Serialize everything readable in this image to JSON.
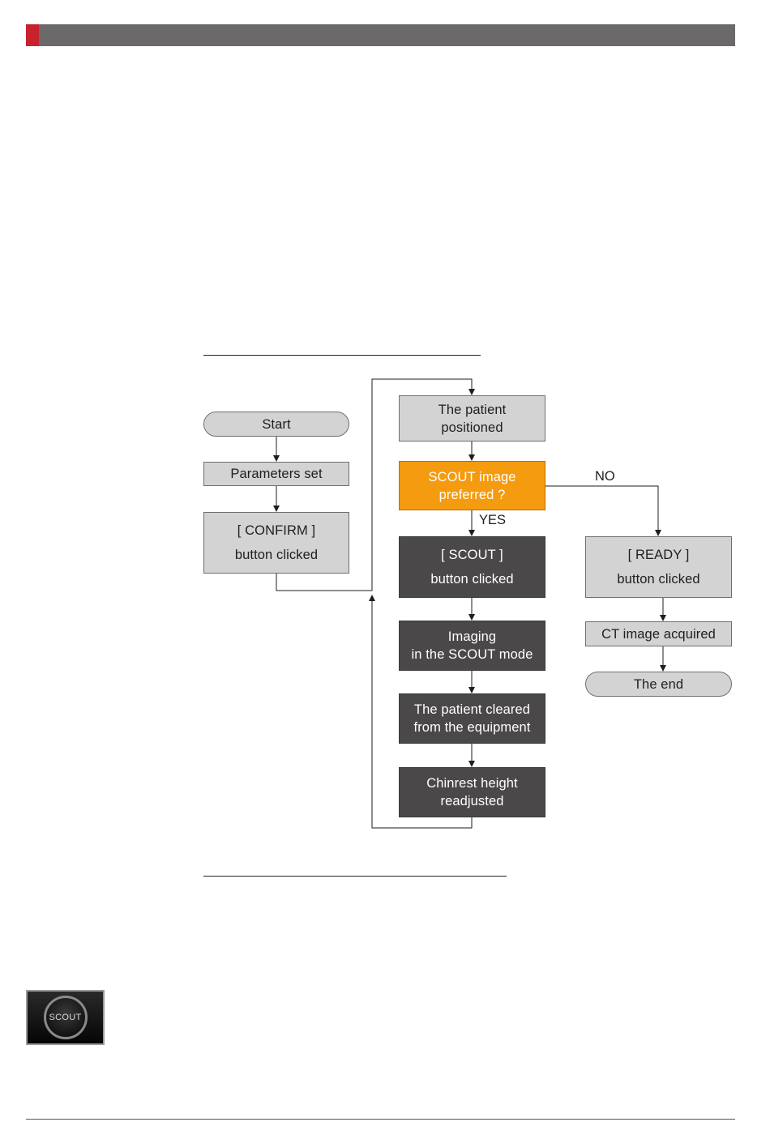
{
  "diagram": {
    "nodes": {
      "start": "Start",
      "params": "Parameters set",
      "confirm": [
        "[ CONFIRM ]",
        "button clicked"
      ],
      "positioned": [
        "The patient",
        "positioned"
      ],
      "decision": [
        "SCOUT image",
        "preferred ?"
      ],
      "scout": [
        "[ SCOUT ]",
        "button clicked"
      ],
      "imaging": [
        "Imaging",
        "in the SCOUT mode"
      ],
      "cleared": [
        "The patient cleared",
        "from the equipment"
      ],
      "chinrest": [
        "Chinrest height",
        "readjusted"
      ],
      "ready": [
        "[ READY ]",
        "button clicked"
      ],
      "ct": "CT image acquired",
      "end": "The end"
    },
    "edge_labels": {
      "yes": "YES",
      "no": "NO"
    }
  },
  "scout_button": {
    "label": "SCOUT"
  },
  "colors": {
    "header": "#6b6969",
    "accent": "#c8232c",
    "light_box": "#d3d3d3",
    "dark_box": "#4a4848",
    "decision": "#f59b10"
  }
}
